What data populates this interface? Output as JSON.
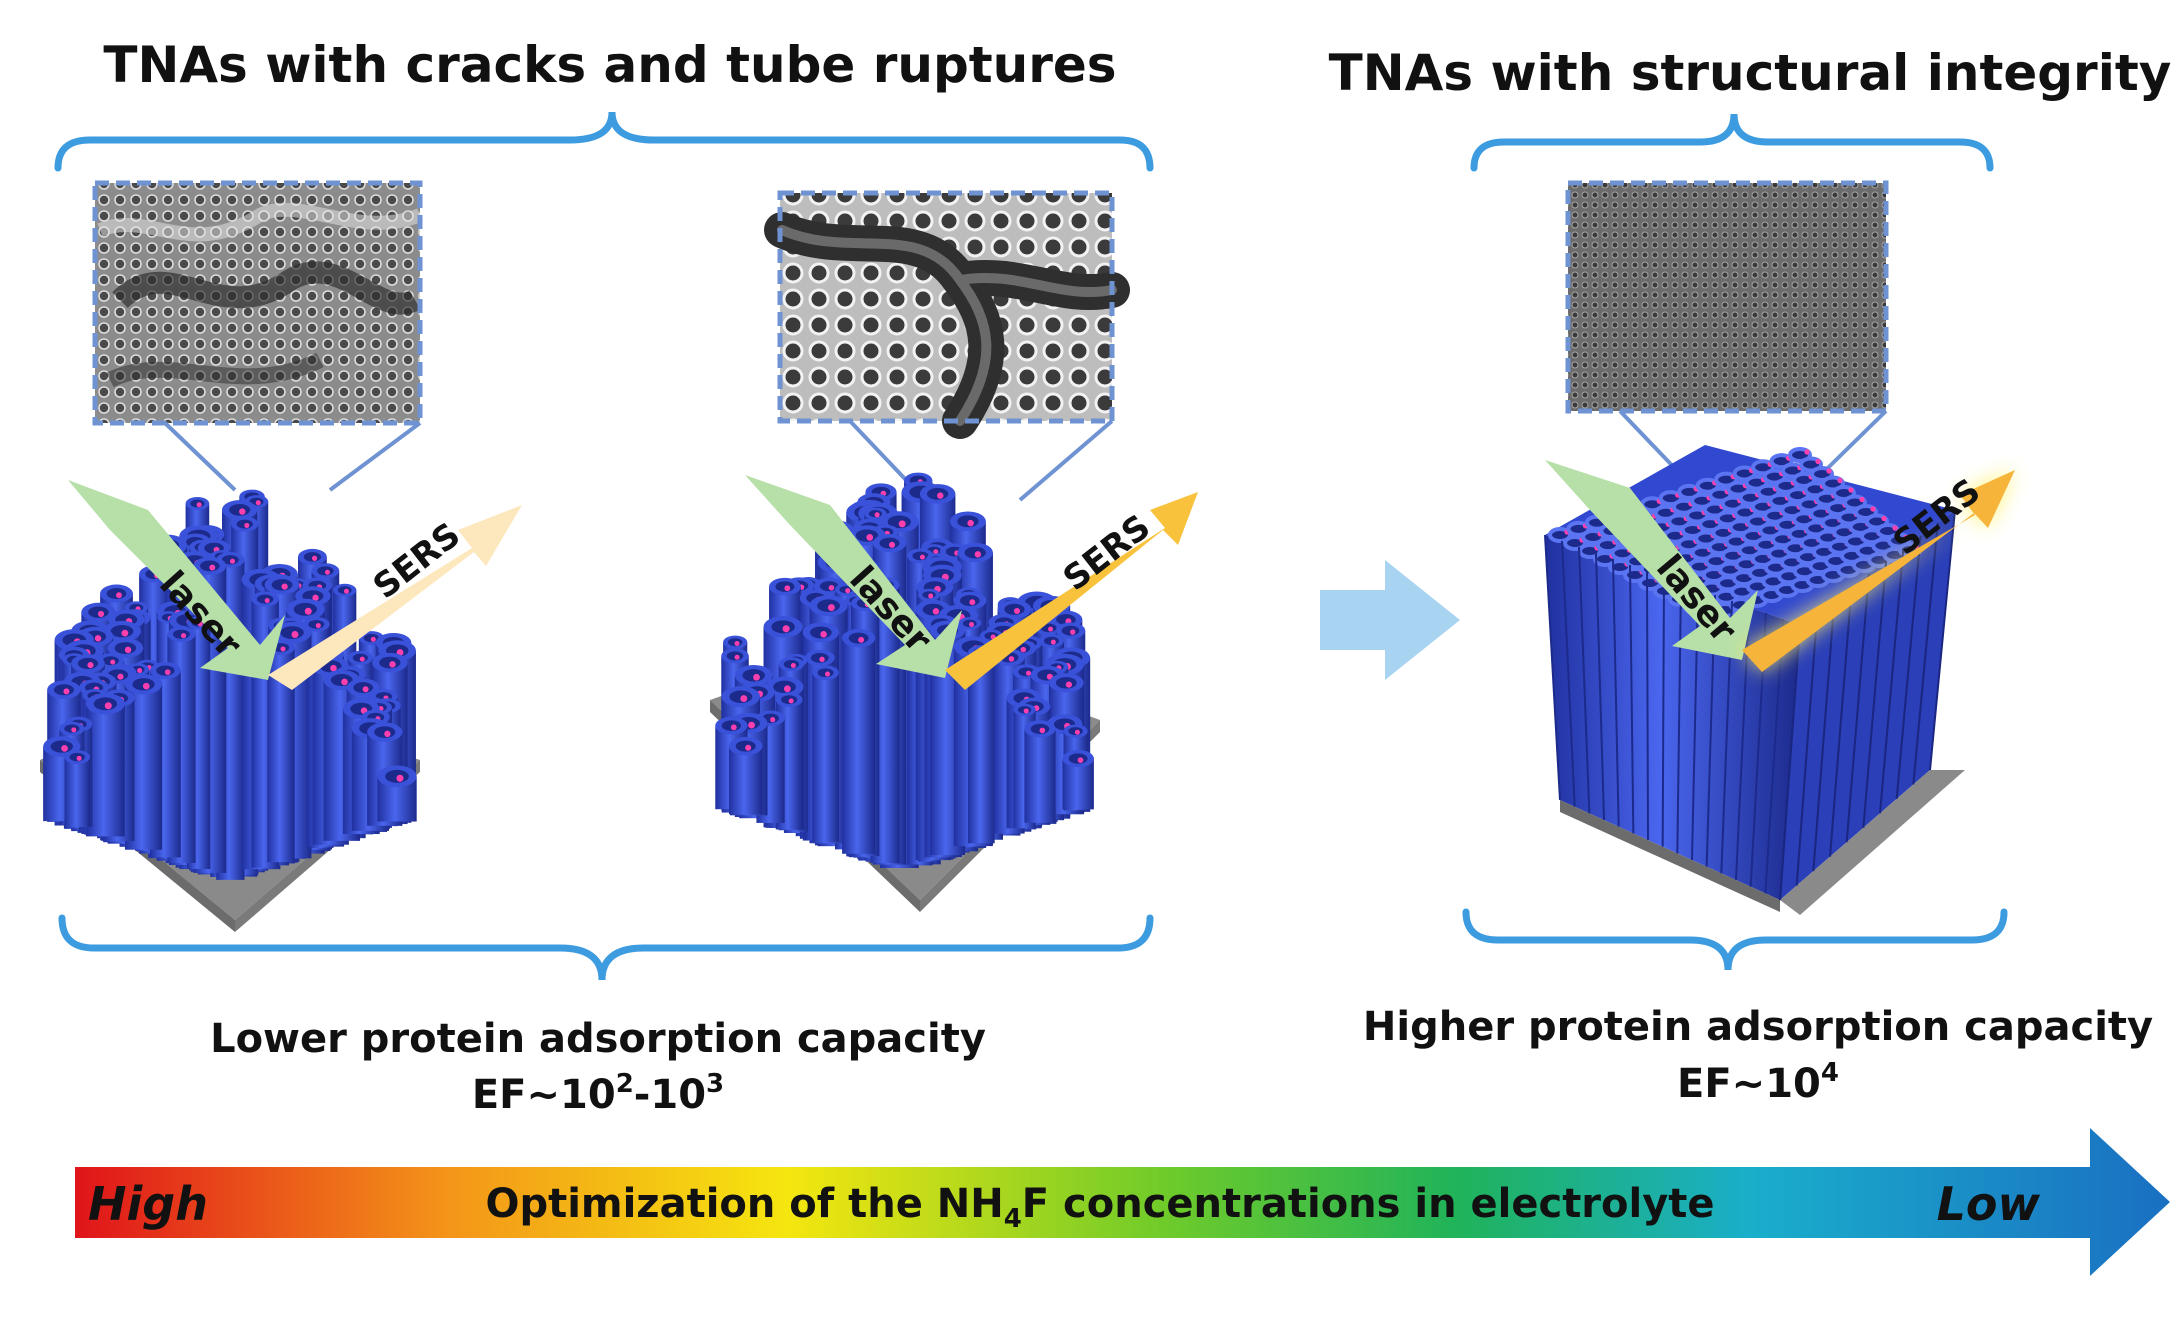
{
  "headings": {
    "left": "TNAs with cracks and tube ruptures",
    "right": "TNAs with structural integrity"
  },
  "panels": [
    {
      "laser": "laser",
      "sers": "SERS",
      "sers_color": "#fde7bd"
    },
    {
      "laser": "laser",
      "sers": "SERS",
      "sers_color": "#f8c23c"
    },
    {
      "laser": "laser",
      "sers": "SERS",
      "sers_color": "#f7b43a"
    }
  ],
  "captions": {
    "left": {
      "line1": "Lower protein adsorption capacity",
      "ef_prefix": "EF~10",
      "ef_exp1": "2",
      "ef_mid": "-10",
      "ef_exp2": "3"
    },
    "right": {
      "line1": "Higher protein adsorption capacity",
      "ef_prefix": "EF~10",
      "ef_exp1": "4"
    }
  },
  "gradient_bar": {
    "left_label": "High",
    "center_prefix": "Optimization of the NH",
    "center_sub": "4",
    "center_suffix": "F concentrations in electrolyte",
    "right_label": "Low"
  },
  "colors": {
    "tube": "#3a52d9",
    "tube_dark": "#1c2a8c",
    "dot": "#ff3fae",
    "laser_arrow": "#b7dfa8",
    "bracket": "#3d9be0",
    "inset_border": "#6f93d2"
  }
}
